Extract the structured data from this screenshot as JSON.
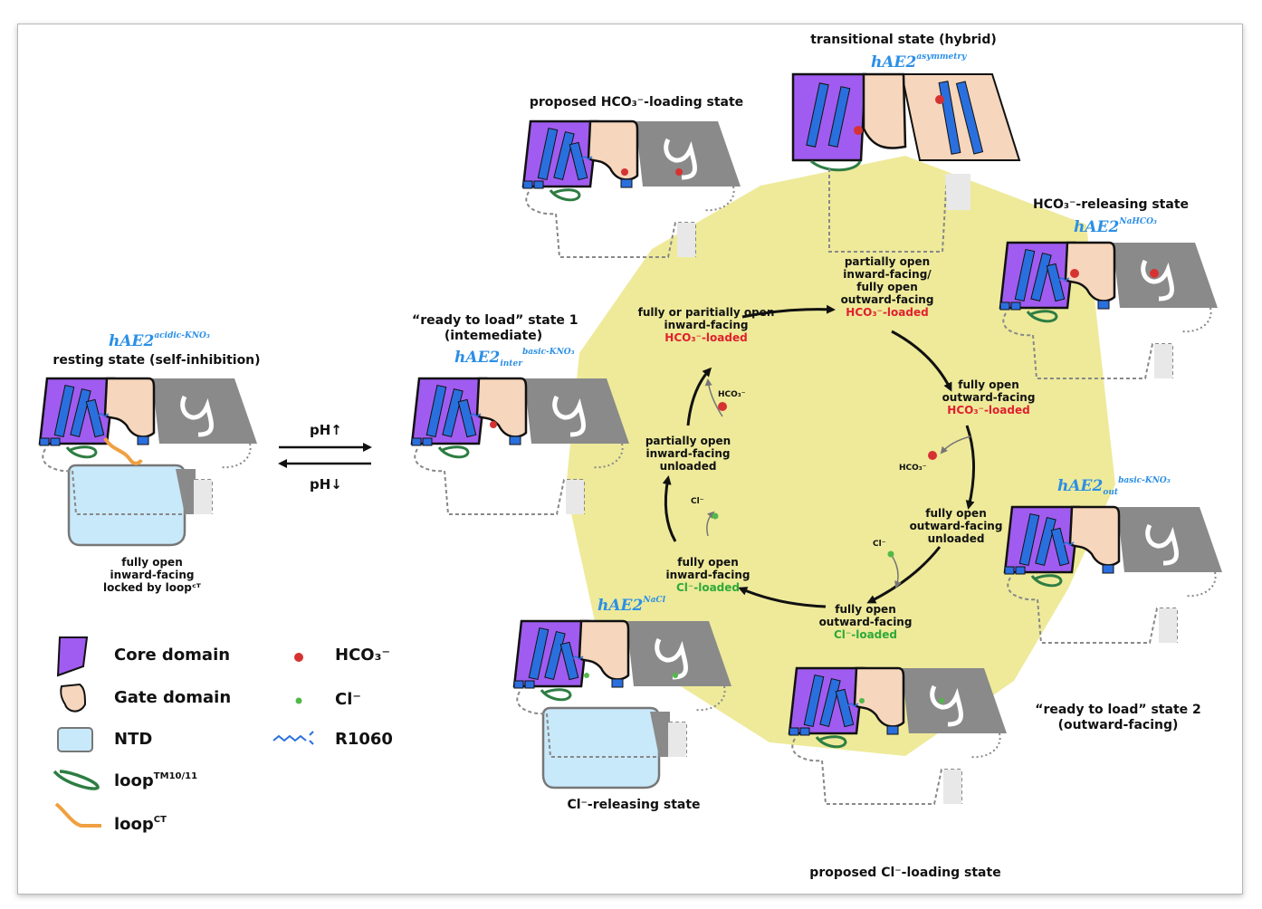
{
  "colors": {
    "core": "#a05cf0",
    "gate": "#f6d6bc",
    "ntd": "#c8e9fa",
    "helix": "#2a6fde",
    "loop_tm": "#2e7d43",
    "loop_ct": "#f0a040",
    "cycle_bg": "#eeea9a",
    "partner": "#8a8a8a",
    "hco3": "#d63232",
    "cl": "#52b84a",
    "name_blue": "#2b8fe6"
  },
  "states": {
    "resting": {
      "name": "hAE2",
      "name_sup": "acidic-KNO₃",
      "title": "resting state (self-inhibition)",
      "desc": [
        "fully open",
        "inward-facing",
        "locked by loopᶜᵀ"
      ]
    },
    "ready1": {
      "title": [
        "“ready to load” state 1",
        "(intemediate)"
      ],
      "name": "hAE2",
      "name_sub": "inter",
      "name_sup": "basic-KNO₃"
    },
    "hco3_loading": {
      "title": "proposed HCO₃⁻-loading state"
    },
    "transitional": {
      "title": "transitional state (hybrid)",
      "name": "hAE2",
      "name_sup": "asymmetry"
    },
    "hco3_releasing": {
      "title": "HCO₃⁻-releasing state",
      "name": "hAE2",
      "name_sup": "NaHCO₃"
    },
    "out": {
      "name": "hAE2",
      "name_sub": "out",
      "name_sup": "basic-KNO₃",
      "title": [
        "“ready to load” state 2",
        "(outward-facing)"
      ]
    },
    "cl_loading": {
      "title": "proposed Cl⁻-loading state"
    },
    "cl_releasing": {
      "name": "hAE2",
      "name_sup": "NaCl",
      "title": "Cl⁻-releasing state"
    }
  },
  "ph": {
    "up": "pH↑",
    "down": "pH↓"
  },
  "cycle": {
    "s1": [
      "fully or paritially open",
      "inward-facing"
    ],
    "s1_ion": "HCO₃⁻-loaded",
    "s2": [
      "partially open",
      "inward-facing/",
      "fully open",
      "outward-facing"
    ],
    "s2_ion": "HCO₃⁻-loaded",
    "s3": [
      "fully open",
      "outward-facing"
    ],
    "s3_ion": "HCO₃⁻-loaded",
    "s4": [
      "fully open",
      "outward-facing",
      "unloaded"
    ],
    "s5": [
      "fully open",
      "outward-facing"
    ],
    "s5_ion": "Cl⁻-loaded",
    "s6": [
      "fully open",
      "inward-facing"
    ],
    "s6_ion": "Cl⁻-loaded",
    "s7": [
      "partially open",
      "inward-facing",
      "unloaded"
    ],
    "ion_hco3": "HCO₃⁻",
    "ion_cl": "Cl⁻"
  },
  "legend": {
    "core": "Core domain",
    "gate": "Gate domain",
    "ntd": "NTD",
    "loop_tm": "loop",
    "loop_tm_sup": "TM10/11",
    "loop_ct": "loop",
    "loop_ct_sup": "CT",
    "hco3": "HCO₃⁻",
    "cl": "Cl⁻",
    "r1060": "R1060"
  }
}
